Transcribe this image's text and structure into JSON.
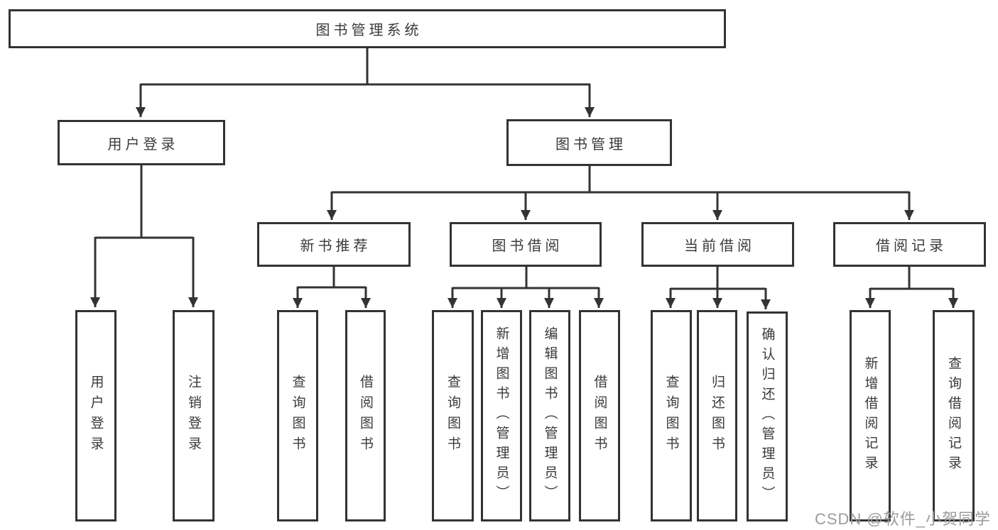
{
  "diagram": {
    "root": {
      "label": "图书管理系统"
    },
    "branches": [
      {
        "label": "用户登录",
        "children": [
          {
            "label": "用户登录"
          },
          {
            "label": "注销登录"
          }
        ]
      },
      {
        "label": "图书管理",
        "children": [
          {
            "label": "新书推荐",
            "children": [
              {
                "label": "查询图书"
              },
              {
                "label": "借阅图书"
              }
            ]
          },
          {
            "label": "图书借阅",
            "children": [
              {
                "label": "查询图书"
              },
              {
                "label": "新增图书（管理员）"
              },
              {
                "label": "编辑图书（管理员）"
              },
              {
                "label": "借阅图书"
              }
            ]
          },
          {
            "label": "当前借阅",
            "children": [
              {
                "label": "查询图书"
              },
              {
                "label": "归还图书"
              },
              {
                "label": "确认归还（管理员）"
              }
            ]
          },
          {
            "label": "借阅记录",
            "children": [
              {
                "label": "新增借阅记录"
              },
              {
                "label": "查询借阅记录"
              }
            ]
          }
        ]
      }
    ]
  },
  "watermark": {
    "text": "CSDN @软件_小贺同学"
  },
  "colors": {
    "line": "#333333",
    "text": "#3a3a3a",
    "box_background": "#ffffff",
    "watermark": "#9b9b9b"
  }
}
